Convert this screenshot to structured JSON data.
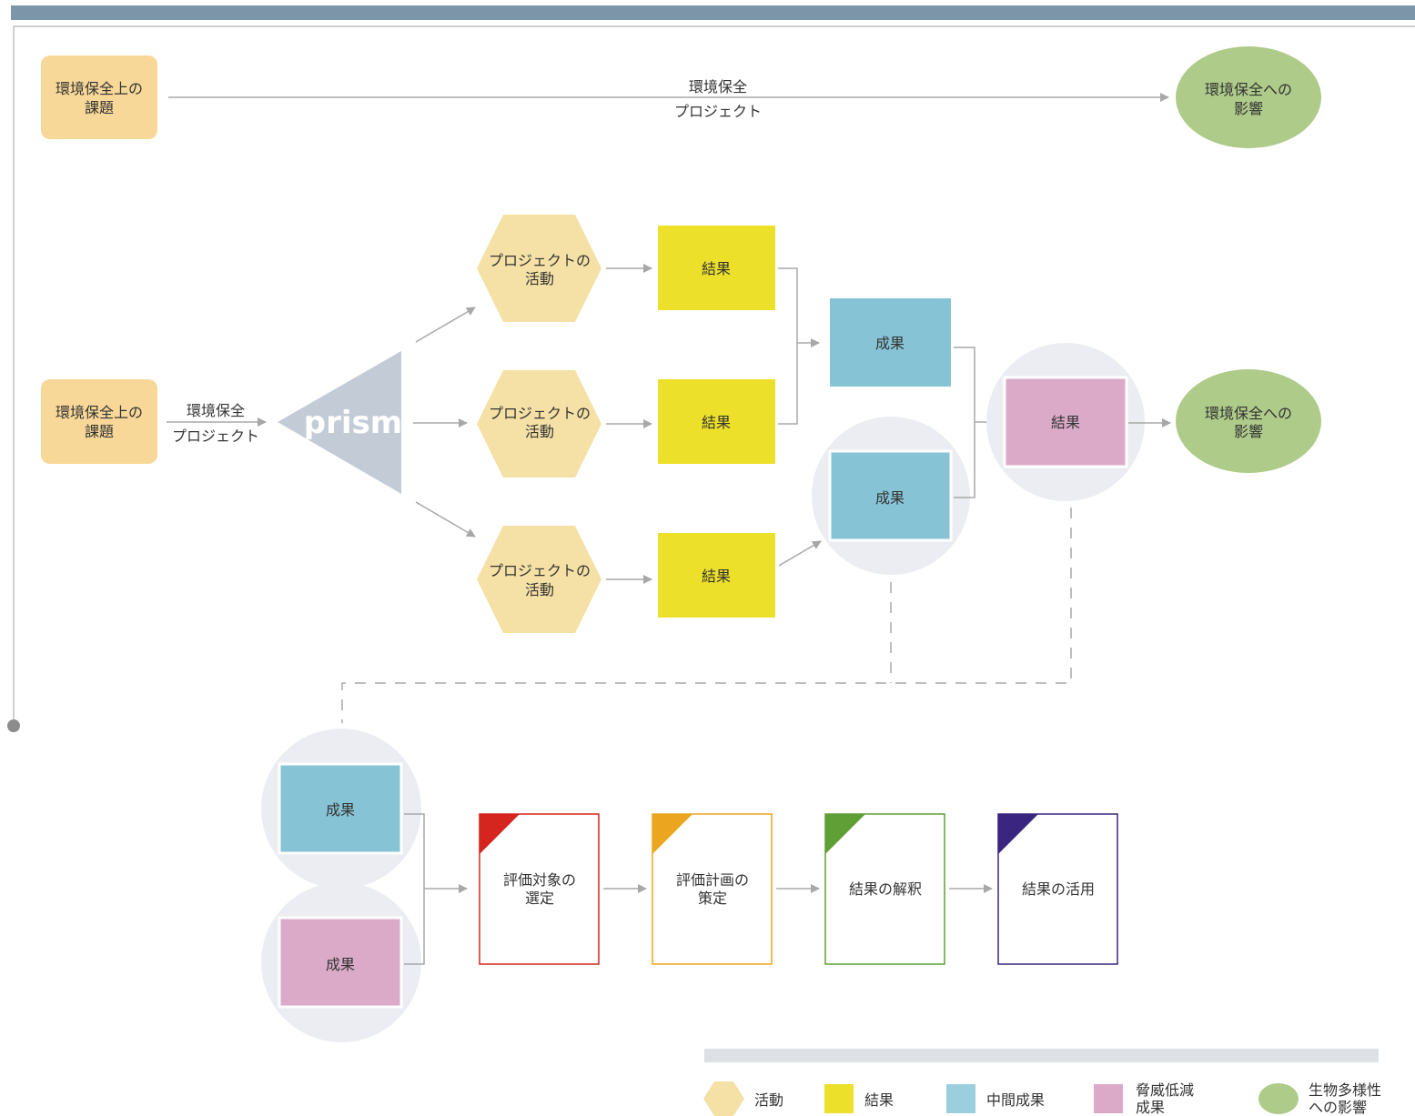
{
  "colors": {
    "top_bar": "#7d95a8",
    "issue_box": "#f8d898",
    "activity_hex": "#f5e0a5",
    "result_yellow": "#ede02a",
    "outcome_blue": "#86c3d5",
    "threat_pink": "#dbaac9",
    "impact_green": "#aecb8a",
    "prism_gray": "#c3ccd6",
    "halo_gray": "#ebedf2",
    "step1_red": "#d4251e",
    "step2_orange": "#eba51e",
    "step3_green": "#5f9f35",
    "step4_purple": "#3a2680"
  },
  "top_row": {
    "issue_line1": "環境保全上の",
    "issue_line2": "課題",
    "project_line1": "環境保全",
    "project_line2": "プロジェクト",
    "impact_line1": "環境保全への",
    "impact_line2": "影響"
  },
  "middle_row": {
    "issue_line1": "環境保全上の",
    "issue_line2": "課題",
    "project_line1": "環境保全",
    "project_line2": "プロジェクト",
    "prism_label": "prism",
    "activities": [
      {
        "line1": "プロジェクトの",
        "line2": "活動"
      },
      {
        "line1": "プロジェクトの",
        "line2": "活動"
      },
      {
        "line1": "プロジェクトの",
        "line2": "活動"
      }
    ],
    "results": [
      "結果",
      "結果",
      "結果"
    ],
    "outcomes": [
      "成果",
      "成果"
    ],
    "threat_result": "結果",
    "impact_line1": "環境保全への",
    "impact_line2": "影響"
  },
  "bottom_row": {
    "outcome_blue": "成果",
    "outcome_pink": "成果",
    "steps": [
      {
        "line1": "評価対象の",
        "line2": "選定"
      },
      {
        "line1": "評価計画の",
        "line2": "策定"
      },
      {
        "line1": "結果の解釈",
        "line2": ""
      },
      {
        "line1": "結果の活用",
        "line2": ""
      }
    ]
  },
  "legend": {
    "activity": "活動",
    "result": "結果",
    "intermediate": "中間成果",
    "threat_line1": "脅威低減",
    "threat_line2": "成果",
    "impact_line1": "生物多様性",
    "impact_line2": "への影響"
  }
}
